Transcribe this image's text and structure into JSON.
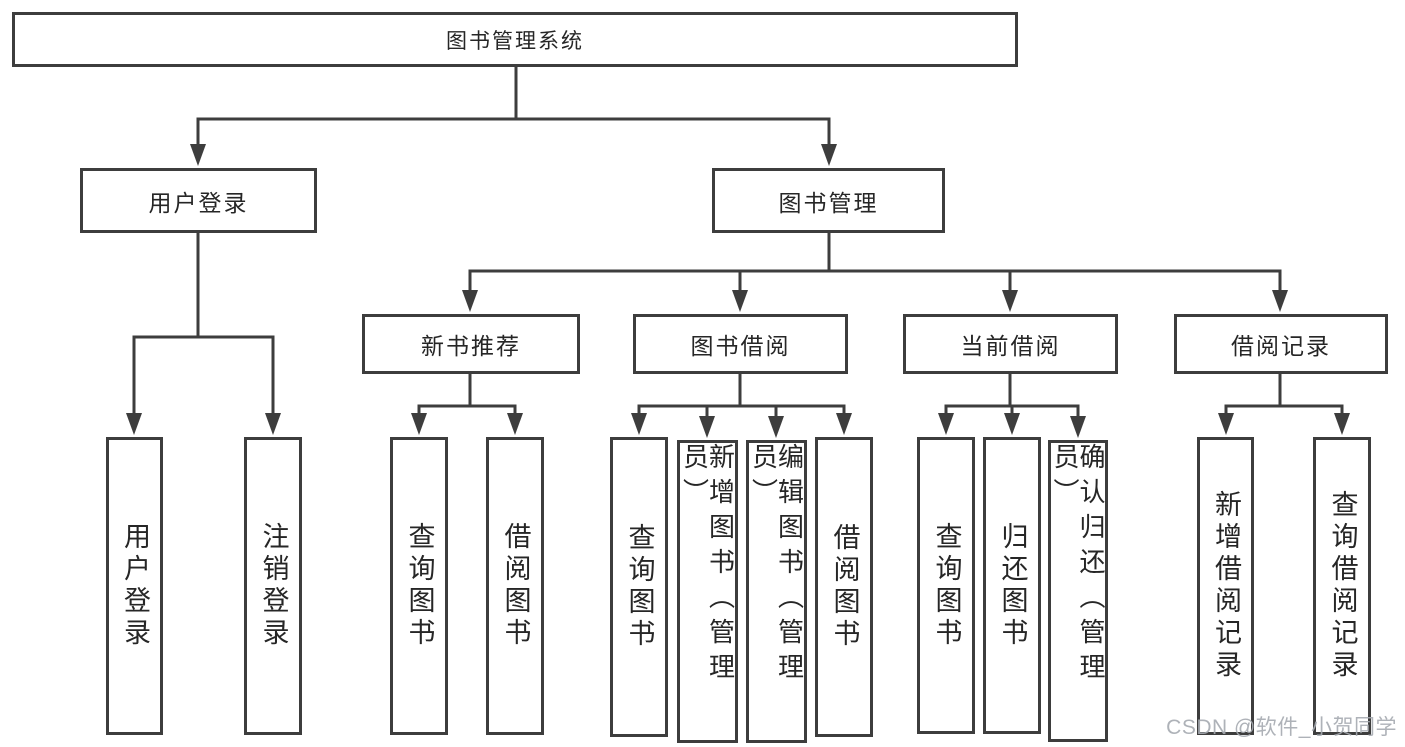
{
  "tree": {
    "label": "图书管理系统",
    "children": [
      {
        "label": "用户登录",
        "children": [
          {
            "label": "用户登录"
          },
          {
            "label": "注销登录"
          }
        ]
      },
      {
        "label": "图书管理",
        "children": [
          {
            "label": "新书推荐",
            "children": [
              {
                "label": "查询图书"
              },
              {
                "label": "借阅图书"
              }
            ]
          },
          {
            "label": "图书借阅",
            "children": [
              {
                "label": "查询图书"
              },
              {
                "label": "新增图书（管理员）"
              },
              {
                "label": "编辑图书（管理员）"
              },
              {
                "label": "借阅图书"
              }
            ]
          },
          {
            "label": "当前借阅",
            "children": [
              {
                "label": "查询图书"
              },
              {
                "label": "归还图书"
              },
              {
                "label": "确认归还（管理员）"
              }
            ]
          },
          {
            "label": "借阅记录",
            "children": [
              {
                "label": "新增借阅记录"
              },
              {
                "label": "查询借阅记录"
              }
            ]
          }
        ]
      }
    ]
  },
  "watermark": {
    "text": "CSDN @软件_小贺同学"
  },
  "colors": {
    "line": "#3d3d3d",
    "text": "#262626",
    "background": "#ffffff",
    "watermark": "#a5aab0"
  }
}
